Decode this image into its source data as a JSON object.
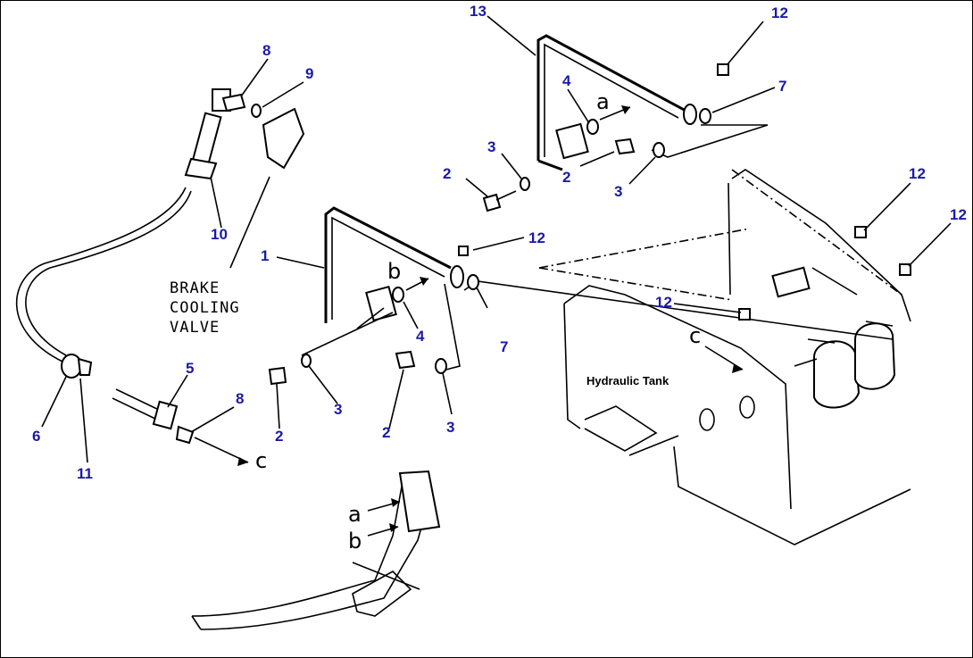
{
  "callouts": {
    "c1": "1",
    "c2a": "2",
    "c2b": "2",
    "c2c": "2",
    "c2d": "2",
    "c3a": "3",
    "c3b": "3",
    "c3c": "3",
    "c3d": "3",
    "c4a": "4",
    "c4b": "4",
    "c5": "5",
    "c6": "6",
    "c7a": "7",
    "c7b": "7",
    "c8a": "8",
    "c8b": "8",
    "c9": "9",
    "c10": "10",
    "c11": "11",
    "c12a": "12",
    "c12b": "12",
    "c12c": "12",
    "c12d": "12",
    "c12e": "12",
    "c13": "13"
  },
  "flow_labels": {
    "a_top": "a",
    "b_mid": "b",
    "c_left": "c",
    "c_tank": "c",
    "a_bottom": "a",
    "b_bottom": "b"
  },
  "captions": {
    "brake_line1": "BRAKE",
    "brake_line2": "COOLING",
    "brake_line3": "VALVE",
    "hydraulic_tank": "Hydraulic Tank"
  }
}
